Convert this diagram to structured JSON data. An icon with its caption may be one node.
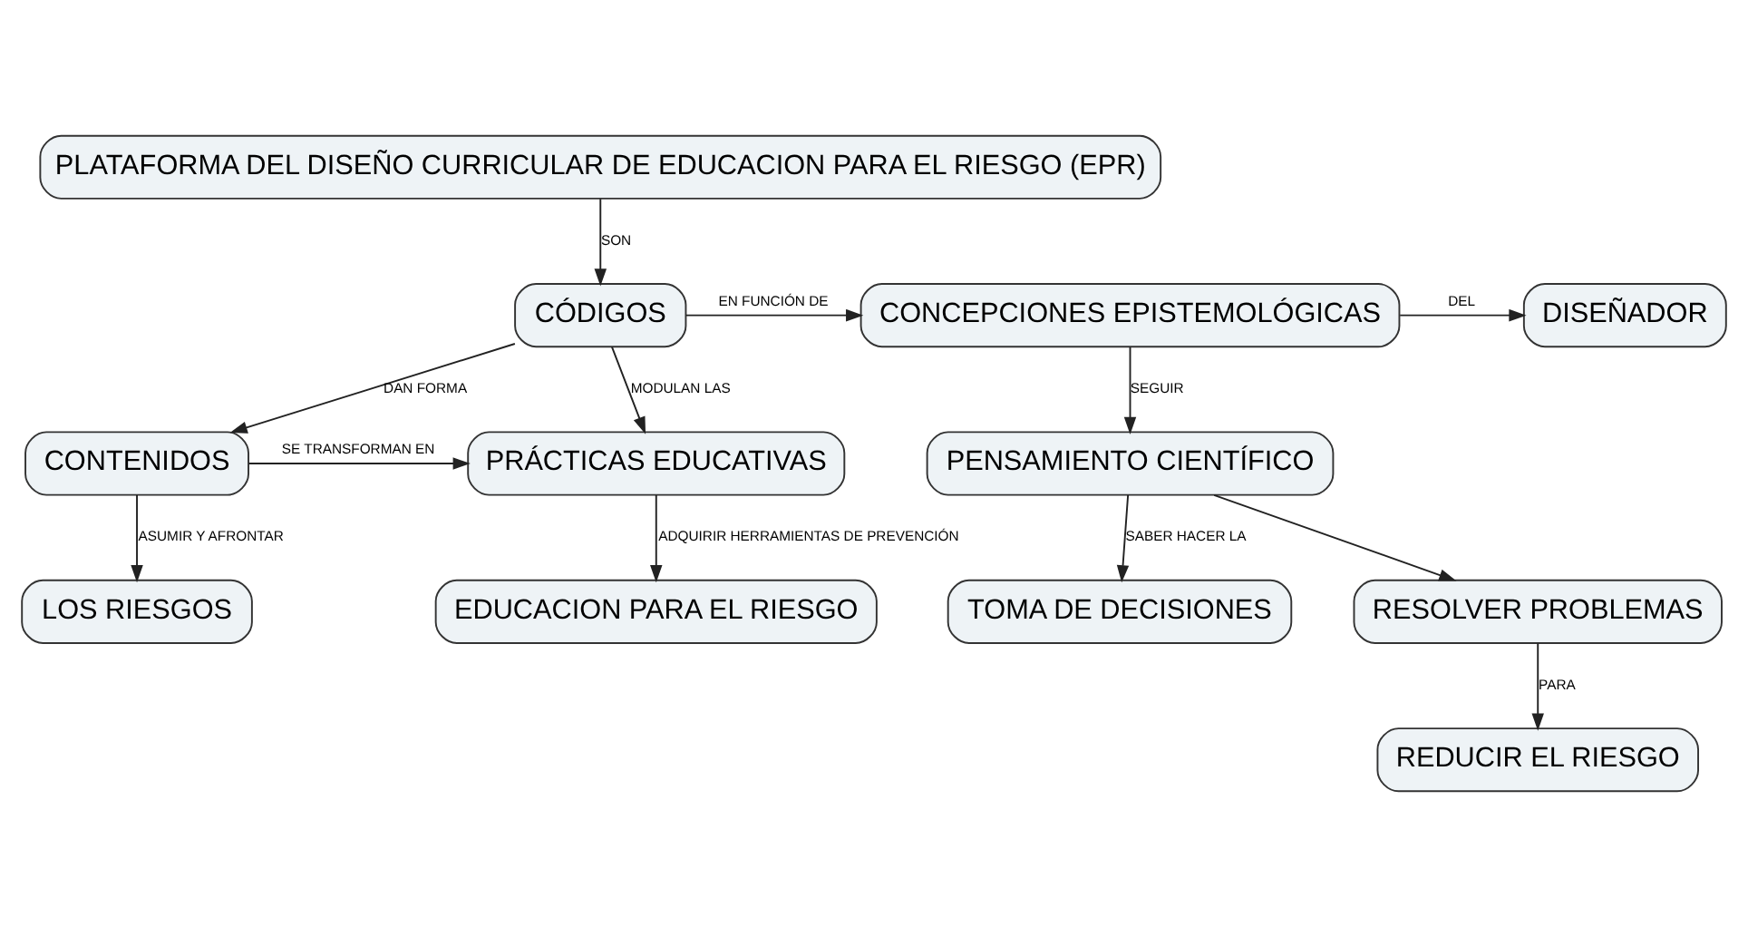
{
  "diagram": {
    "nodes": [
      {
        "text": [
          "PLATAFORMA DEL DISEÑO CURRICULAR DE EDUCACION PARA EL RIESGO (EPR)"
        ]
      },
      {
        "text": [
          "CÓDIGOS"
        ]
      },
      {
        "text": [
          "CONCEPCIONES EPISTEMOLÓGICAS"
        ]
      },
      {
        "text": [
          "DISEÑADOR"
        ]
      },
      {
        "text": [
          "PENSAMIENTO CIENTÍFICO"
        ]
      },
      {
        "text": [
          "CONTENIDOS"
        ]
      },
      {
        "text": [
          "PRÁCTICAS EDUCATIVAS"
        ]
      },
      {
        "text": [
          "LOS RIESGOS"
        ]
      },
      {
        "text": [
          "EDUCACION PARA EL RIESGO"
        ]
      },
      {
        "text": [
          "TOMA DE DECISIONES"
        ]
      },
      {
        "text": [
          "RESOLVER PROBLEMAS"
        ]
      },
      {
        "text": [
          "REDUCIR EL RIESGO"
        ]
      }
    ],
    "edges": [
      {
        "from": 0,
        "to": 1,
        "arrow": "to",
        "label": "SON"
      },
      {
        "from": 1,
        "to": 2,
        "arrow": "to",
        "label": "EN FUNCIÓN DE"
      },
      {
        "from": 2,
        "to": 3,
        "arrow": "to",
        "label": "DEL"
      },
      {
        "from": 2,
        "to": 4,
        "arrow": "to",
        "label": "SEGUIR"
      },
      {
        "from": 1,
        "to": 5,
        "arrow": "to",
        "label": "DAN FORMA"
      },
      {
        "from": 1,
        "to": 6,
        "arrow": "to",
        "label": "MODULAN LAS"
      },
      {
        "from": 5,
        "to": 6,
        "arrow": "to",
        "label": "SE TRANSFORMAN EN"
      },
      {
        "from": 5,
        "to": 7,
        "arrow": "to",
        "label": "ASUMIR Y AFRONTAR"
      },
      {
        "from": 6,
        "to": 8,
        "arrow": "to",
        "label": "ADQUIRIR HERRAMIENTAS DE PREVENCIÓN"
      },
      {
        "from": 4,
        "to": 9,
        "arrow": "to",
        "label": "SABER HACER LA"
      },
      {
        "from": 4,
        "to": 10,
        "arrow": "to"
      },
      {
        "from": 10,
        "to": 11,
        "arrow": "to",
        "label": "PARA"
      }
    ]
  }
}
